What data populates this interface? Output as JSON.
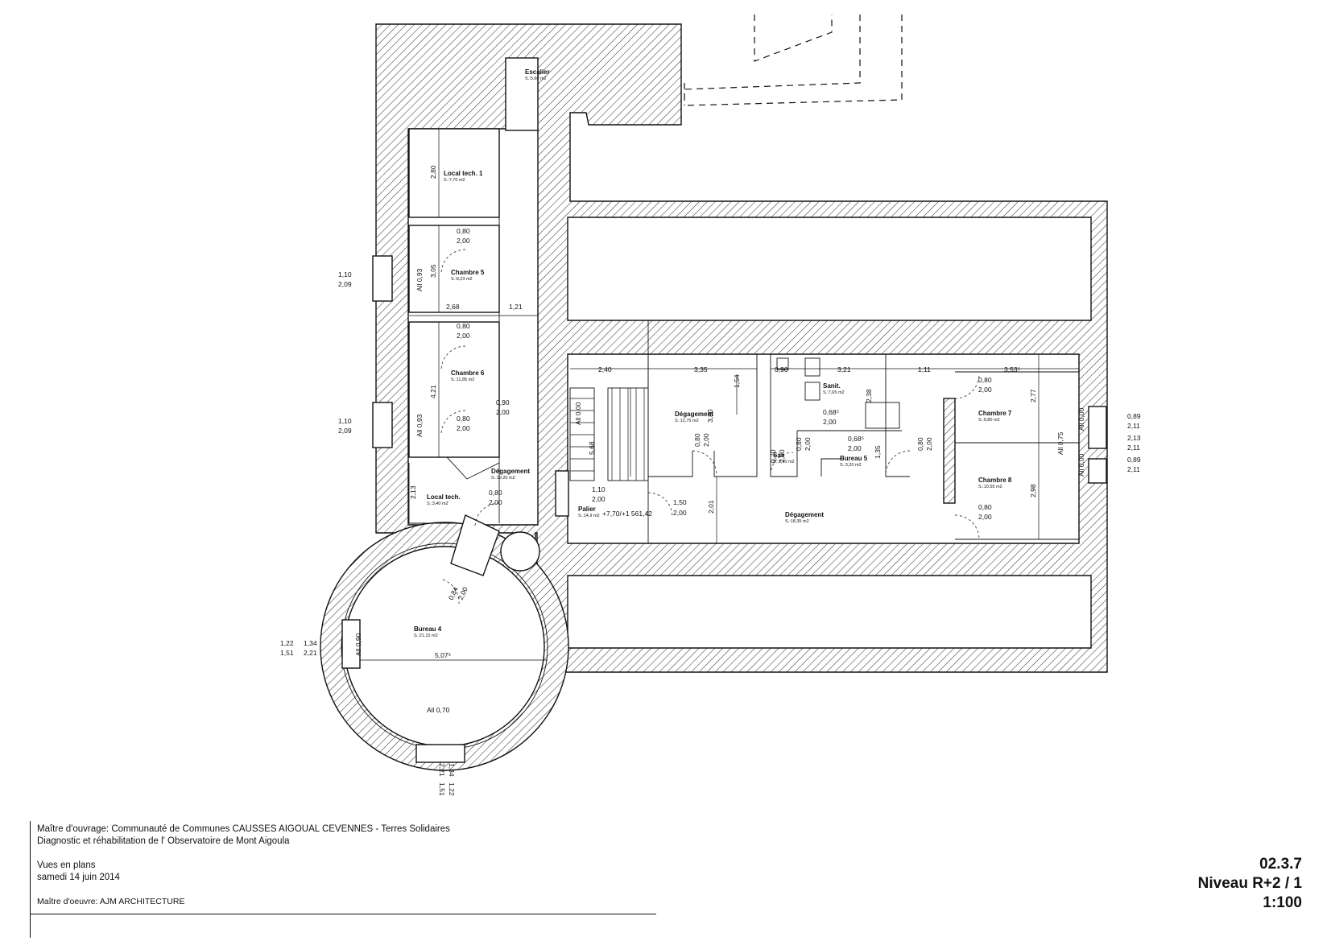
{
  "rooms": [
    {
      "name": "Escalier",
      "area": "S.:5,60 m2"
    },
    {
      "name": "Local tech. 1",
      "area": "S.:7,70 m2"
    },
    {
      "name": "Chambre 5",
      "area": "S.:8,23 m2"
    },
    {
      "name": "Chambre 6",
      "area": "S.:11,85 m2"
    },
    {
      "name": "Local tech.",
      "area": "S.:3,40 m2"
    },
    {
      "name": "Dégagement",
      "area": "S.:19,20 m2"
    },
    {
      "name": "Palier",
      "area": "S.:14,9 m2"
    },
    {
      "name": "Dégagement",
      "area": "S.:12,75 m2"
    },
    {
      "name": "Sanit.",
      "area": "S.:7,65 m2"
    },
    {
      "name": "Sas",
      "area": "S.:3,70 m2"
    },
    {
      "name": "Bureau 5",
      "area": "S.:3,20 m2"
    },
    {
      "name": "Dégagement",
      "area": "S.:18,35 m2"
    },
    {
      "name": "Chambre 7",
      "area": "S.:9,80 m2"
    },
    {
      "name": "Chambre 8",
      "area": "S.:10,55 m2"
    },
    {
      "name": "Bureau 4",
      "area": "S.:21,15 m2"
    }
  ],
  "dimensions": [
    "2,80",
    "0,80",
    "2,00",
    "3,05",
    "All 0,93",
    "2,68",
    "1,21",
    "0,80",
    "2,00",
    "4,21",
    "All 0,93",
    "0,90",
    "2,00",
    "0,80",
    "2,00",
    "2,13",
    "0,80",
    "2,00",
    "1,10",
    "2,00",
    "1,50",
    "2,00",
    "2,40",
    "3,35",
    "1,54",
    "3,80",
    "All 0,00",
    "5,68",
    "0,80",
    "2,00",
    "2,01",
    "0,90",
    "3,21",
    "2,38",
    "0,70",
    "2,00",
    "0,80",
    "2,00",
    "0,68⁵",
    "2,00",
    "0,68⁵",
    "2,00",
    "1,35",
    "1,11",
    "0,80",
    "2,00",
    "3,53⁵",
    "0,80",
    "2,00",
    "2,77",
    "All 0,75",
    "0,80",
    "2,00",
    "2,98",
    "All 0,00",
    "All 0,00",
    "0,84",
    "2,00",
    "5,07⁵",
    "All 0,90",
    "All 0,70"
  ],
  "level_mark": "+7,70/+1 561,42",
  "window_notes": {
    "left_top": [
      "1,10",
      "2,09"
    ],
    "left_mid": [
      "1,10",
      "2,09"
    ],
    "right": [
      "0,89",
      "2,11",
      "2,13",
      "2,11",
      "0,89",
      "2,11"
    ],
    "bureau_left": [
      "1,22",
      "1,51",
      "1,34",
      "2,21"
    ],
    "bureau_bottom": [
      "1,34",
      "2,21",
      "1,51",
      "1,22"
    ]
  },
  "title_block": {
    "owner": "Maître d'ouvrage: Communauté de Communes CAUSSES AIGOUAL CEVENNES - Terres Solidaires",
    "project": "Diagnostic et réhabilitation de l' Observatoire de Mont Aigoula",
    "view": "Vues en plans",
    "date": "samedi 14 juin 2014",
    "architect": "Maître d'oeuvre: AJM ARCHITECTURE",
    "sheet_no": "02.3.7",
    "level": "Niveau R+2 / 1",
    "scale": "1:100"
  }
}
